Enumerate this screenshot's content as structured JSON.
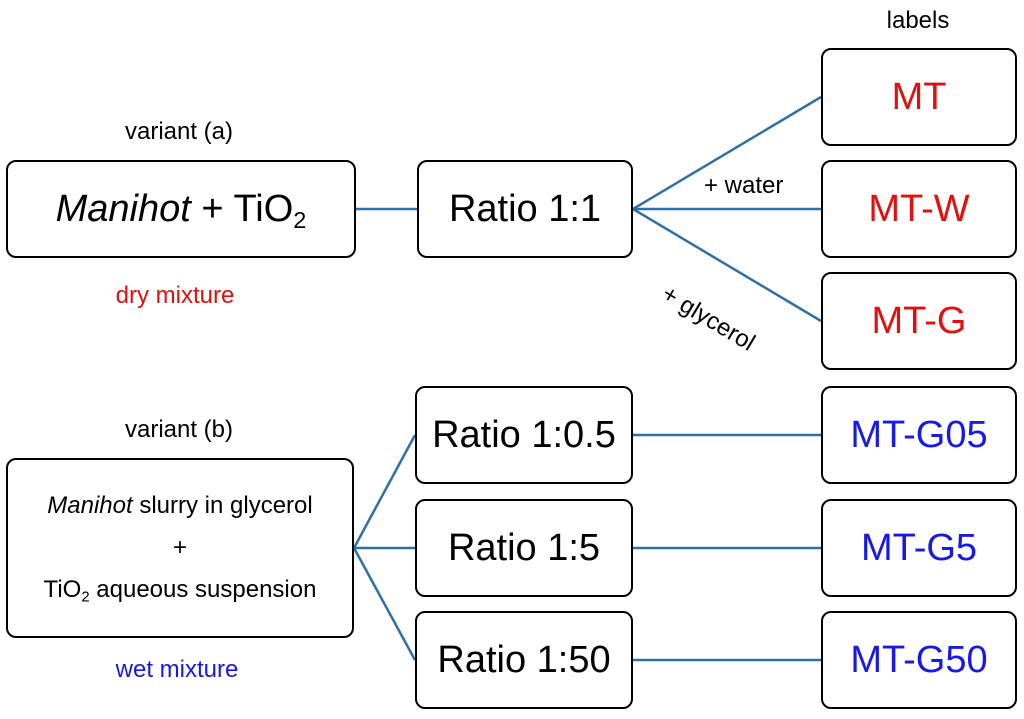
{
  "header": {
    "labels_title": "labels"
  },
  "variant_a": {
    "title": "variant (a)",
    "source": {
      "italic": "Manihot",
      "plus": " + TiO",
      "subscript": "2"
    },
    "mixture_type": "dry mixture",
    "ratio": "Ratio 1:1",
    "branches": [
      {
        "annotation": "",
        "label": "MT"
      },
      {
        "annotation": "+ water",
        "label": "MT-W"
      },
      {
        "annotation": "+ glycerol",
        "label": "MT-G"
      }
    ]
  },
  "variant_b": {
    "title": "variant (b)",
    "source": {
      "line1_italic": "Manihot",
      "line1_rest": " slurry in glycerol",
      "line2": "+",
      "line3_prefix": "TiO",
      "line3_subscript": "2",
      "line3_rest": " aqueous suspension"
    },
    "mixture_type": "wet mixture",
    "branches": [
      {
        "ratio": "Ratio 1:0.5",
        "label": "MT-G05"
      },
      {
        "ratio": "Ratio 1:5",
        "label": "MT-G5"
      },
      {
        "ratio": "Ratio 1:50",
        "label": "MT-G50"
      }
    ]
  },
  "colors": {
    "connector": "#2f6fa6",
    "label_a": "#e01010",
    "label_b": "#1818e8",
    "border": "#000000"
  }
}
